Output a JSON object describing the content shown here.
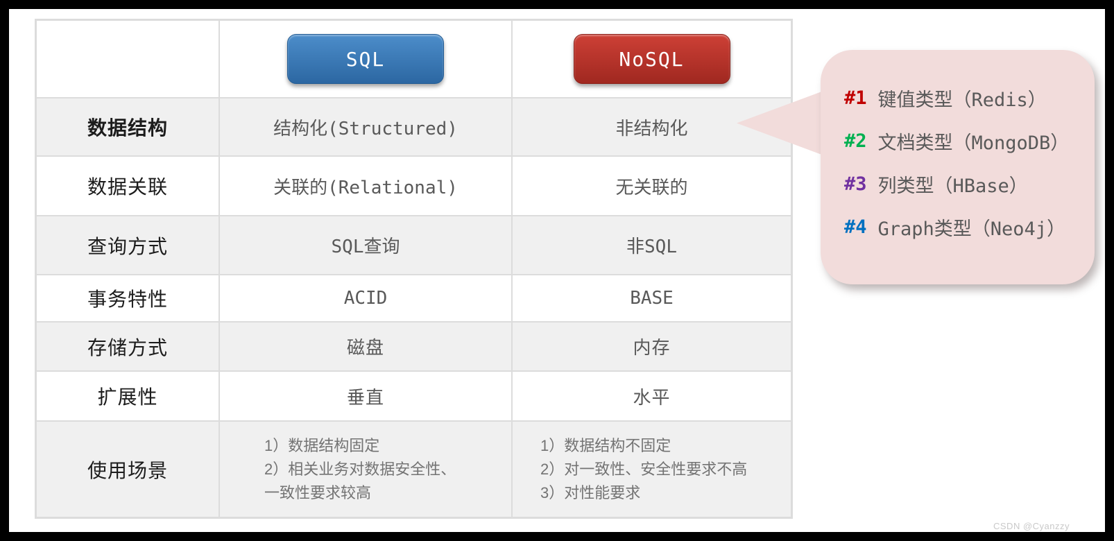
{
  "colors": {
    "sql_button": "#2e6ba6",
    "nosql_button": "#b02f26",
    "callout_bg": "#f2dcdb",
    "row_stripe": "#f0f0f0",
    "marker_1": "#c00000",
    "marker_2": "#00b050",
    "marker_3": "#7030a0",
    "marker_4": "#0070c0"
  },
  "table": {
    "columns": [
      {
        "label": "SQL"
      },
      {
        "label": "NoSQL"
      }
    ],
    "rows": [
      {
        "label": "数据结构",
        "sql": "结构化(Structured)",
        "nosql": "非结构化"
      },
      {
        "label": "数据关联",
        "sql": "关联的(Relational)",
        "nosql": "无关联的"
      },
      {
        "label": "查询方式",
        "sql": "SQL查询",
        "nosql": "非SQL"
      },
      {
        "label": "事务特性",
        "sql": "ACID",
        "nosql": "BASE"
      },
      {
        "label": "存储方式",
        "sql": "磁盘",
        "nosql": "内存"
      },
      {
        "label": "扩展性",
        "sql": "垂直",
        "nosql": "水平"
      },
      {
        "label": "使用场景",
        "sql_lines": [
          "1）数据结构固定",
          "2）相关业务对数据安全性、",
          "一致性要求较高"
        ],
        "nosql_lines": [
          "1）数据结构不固定",
          "2）对一致性、安全性要求不高",
          "3）对性能要求"
        ]
      }
    ]
  },
  "callout": {
    "items": [
      {
        "marker": "#1",
        "color": "#c00000",
        "text": "键值类型（Redis）"
      },
      {
        "marker": "#2",
        "color": "#00b050",
        "text": "文档类型（MongoDB）"
      },
      {
        "marker": "#3",
        "color": "#7030a0",
        "text": "列类型（HBase）"
      },
      {
        "marker": "#4",
        "color": "#0070c0",
        "text": "Graph类型（Neo4j）"
      }
    ]
  },
  "watermark": "CSDN @Cyanzzy"
}
